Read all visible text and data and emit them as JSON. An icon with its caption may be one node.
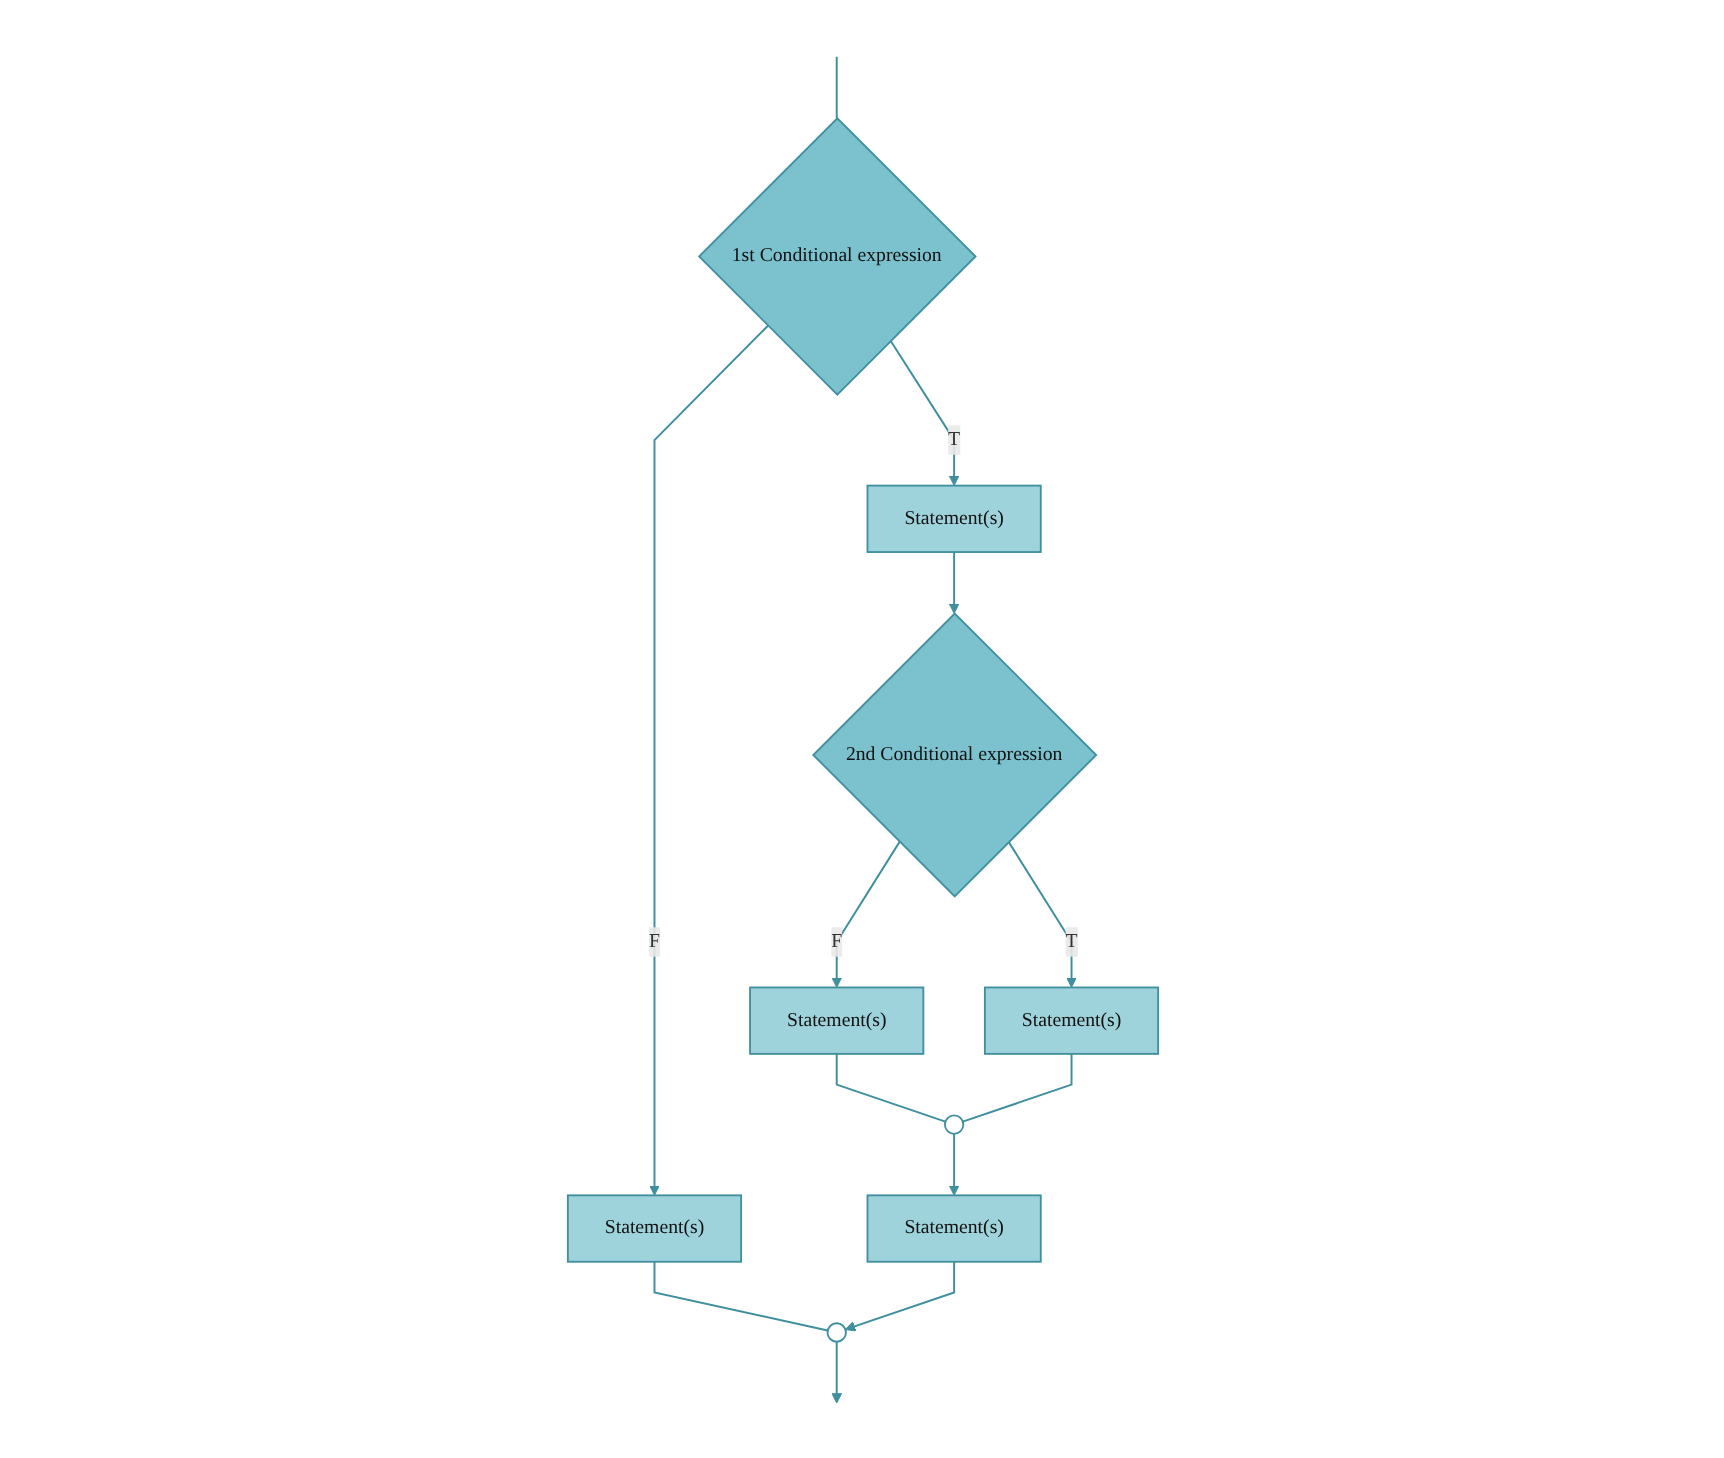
{
  "diagram": {
    "nodes": [
      {
        "text": [
          "1st Conditional expression"
        ]
      },
      {
        "text": [
          "Statement(s)"
        ]
      },
      {
        "text": [
          "Statement(s)"
        ]
      },
      {
        "text": [
          "2nd Conditional expression"
        ]
      },
      {
        "text": [
          "Statement(s)"
        ]
      },
      {
        "text": [
          "Statement(s)"
        ]
      },
      {
        "text": [],
        "shape": "circle"
      },
      {
        "text": [
          "Statement(s)"
        ]
      },
      {
        "text": [],
        "shape": "circle"
      }
    ],
    "edges": [
      {
        "from": null,
        "to": 0,
        "arrow": "none"
      },
      {
        "from": 0,
        "to": 1,
        "label": "F",
        "arrow": "to"
      },
      {
        "from": 0,
        "to": 2,
        "label": "T",
        "arrow": "to"
      },
      {
        "from": 1,
        "to": 8,
        "arrow": "none"
      },
      {
        "from": 2,
        "to": 3,
        "arrow": "to"
      },
      {
        "from": 3,
        "to": 4,
        "label": "F",
        "arrow": "to"
      },
      {
        "from": 3,
        "to": 5,
        "label": "T",
        "arrow": "to"
      },
      {
        "from": 4,
        "to": 6,
        "arrow": "none"
      },
      {
        "from": 5,
        "to": 6,
        "arrow": "none"
      },
      {
        "from": 6,
        "to": 7,
        "arrow": "to"
      },
      {
        "from": 7,
        "to": 8,
        "arrow": "to"
      },
      {
        "from": 8,
        "to": null,
        "arrow": "to"
      }
    ]
  }
}
